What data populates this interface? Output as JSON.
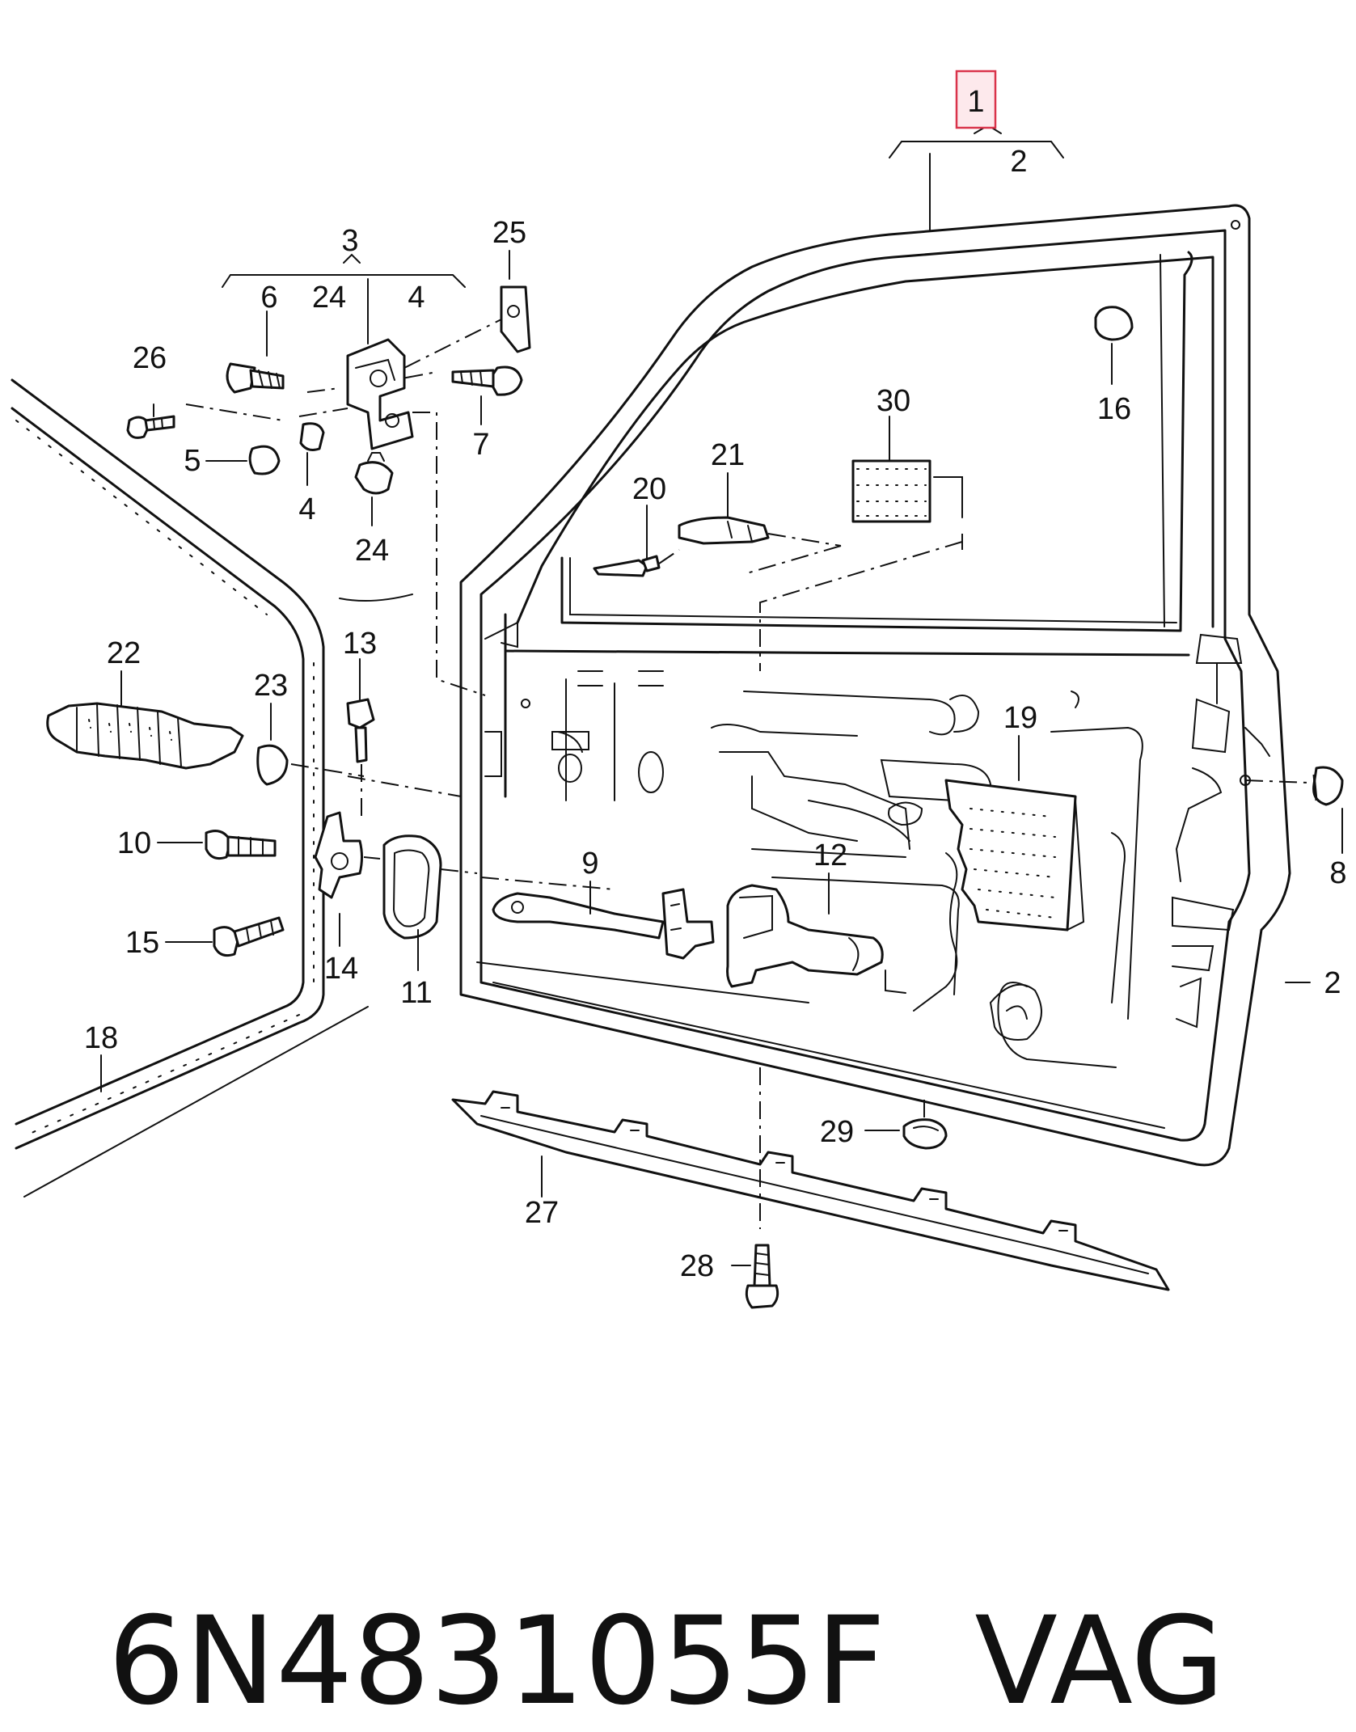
{
  "callouts": {
    "c1": "1",
    "c2_top": "2",
    "c2_right": "2",
    "c3": "3",
    "c4_top": "4",
    "c4_lower": "4",
    "c5": "5",
    "c6": "6",
    "c7": "7",
    "c8": "8",
    "c9": "9",
    "c10": "10",
    "c11": "11",
    "c12": "12",
    "c13": "13",
    "c14": "14",
    "c15": "15",
    "c16": "16",
    "c18": "18",
    "c19": "19",
    "c20": "20",
    "c21": "21",
    "c22": "22",
    "c23": "23",
    "c24_top": "24",
    "c24_lower": "24",
    "c25": "25",
    "c26": "26",
    "c27": "27",
    "c28": "28",
    "c29": "29",
    "c30": "30"
  },
  "footer": {
    "part_number": "6N4831055F",
    "brand": "VAG"
  },
  "colors": {
    "line": "#111111",
    "highlight_fill": "#fde9ec",
    "highlight_border": "#d9334a"
  }
}
